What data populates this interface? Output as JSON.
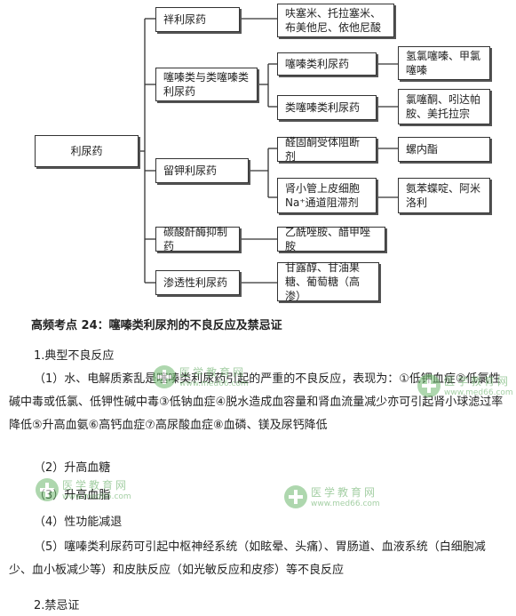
{
  "diagram": {
    "root": "利尿药",
    "branches": [
      {
        "label": "袢利尿药",
        "leaf": "呋塞米、托拉塞米、布美他尼、依他尼酸"
      },
      {
        "label": "噻嗪类与类噻嗪类利尿药",
        "subs": [
          {
            "label": "噻嗪类利尿药",
            "leaf": "氢氯噻嗪、甲氯噻嗪"
          },
          {
            "label": "类噻嗪类利尿药",
            "leaf": "氯噻酮、吲达帕胺、美托拉宗"
          }
        ]
      },
      {
        "label": "留钾利尿药",
        "subs": [
          {
            "label": "醛固酮受体阻断剂",
            "leaf": "螺内酯"
          },
          {
            "label": "肾小管上皮细胞Na⁺通道阻滞剂",
            "leaf": "氨苯蝶啶、阿米洛利"
          }
        ]
      },
      {
        "label": "碳酸酐酶抑制药",
        "leaf": "乙酰唑胺、醋甲唑胺"
      },
      {
        "label": "渗透性利尿药",
        "leaf": "甘露醇、甘油果糖、葡萄糖（高渗）"
      }
    ]
  },
  "text": {
    "heading": "高频考点 24：噻嗪类利尿剂的不良反应及禁忌证",
    "s1": "1.典型不良反应",
    "p1": "（1）水、电解质紊乱是噻嗪类利尿药引起的严重的不良反应，表现为：①低钾血症②低氯性碱中毒或低氯、低钾性碱中毒③低钠血症④脱水造成血容量和肾血流量减少亦可引起肾小球滤过率降低⑤升高血氨⑥高钙血症⑦高尿酸血症⑧血磷、镁及尿钙降低",
    "p2": "（2）升高血糖",
    "p3": "（3）升高血脂",
    "p4": "（4）性功能减退",
    "p5": "（5）噻嗪类利尿药可引起中枢神经系统（如眩晕、头痛）、胃肠道、血液系统（白细胞减少、血小板减少等）和皮肤反应（如光敏反应和皮疹）等不良反应",
    "s2": "2.禁忌证"
  },
  "watermark": {
    "cn": "医学教育网",
    "en": "www.med66.com"
  }
}
